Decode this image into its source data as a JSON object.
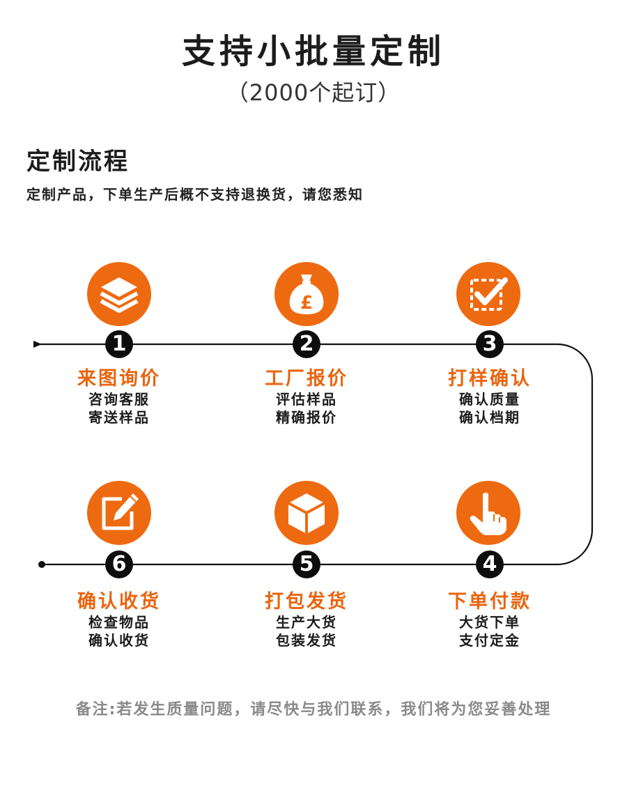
{
  "header": {
    "title": "支持小批量定制",
    "subtitle": "（2000个起订）"
  },
  "section": {
    "title": "定制流程",
    "note": "定制产品，下单生产后概不支持退换货，请您悉知"
  },
  "colors": {
    "accent": "#ee6a11",
    "number_bg": "#0d0d0d",
    "line": "#111111",
    "footer": "#8a8a8a"
  },
  "steps": [
    {
      "number": "1",
      "title": "来图询价",
      "lines": [
        "咨询客服",
        "寄送样品"
      ],
      "icon": "layers-icon"
    },
    {
      "number": "2",
      "title": "工厂报价",
      "lines": [
        "评估样品",
        "精确报价"
      ],
      "icon": "money-bag-icon"
    },
    {
      "number": "3",
      "title": "打样确认",
      "lines": [
        "确认质量",
        "确认档期"
      ],
      "icon": "checkbox-icon"
    },
    {
      "number": "4",
      "title": "下单付款",
      "lines": [
        "大货下单",
        "支付定金"
      ],
      "icon": "hand-pointer-icon"
    },
    {
      "number": "5",
      "title": "打包发货",
      "lines": [
        "生产大货",
        "包装发货"
      ],
      "icon": "box-icon"
    },
    {
      "number": "6",
      "title": "确认收货",
      "lines": [
        "检查物品",
        "确认收货"
      ],
      "icon": "edit-icon"
    }
  ],
  "footer": {
    "note": "备注:若发生质量问题，请尽快与我们联系，我们将为您妥善处理"
  }
}
